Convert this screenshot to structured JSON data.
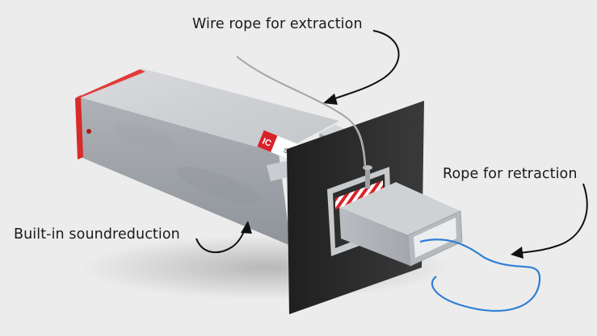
{
  "callouts": {
    "wire_rope": "Wire rope for extraction",
    "rope_retraction": "Rope for retraction",
    "sound_reduction": "Built-in soundreduction"
  },
  "product_label": {
    "logo": "IC",
    "text": "SS"
  },
  "colors": {
    "background": "#ececec",
    "housing": "#b9bcc0",
    "end_cap": "#d92a2a",
    "plate": "#2a2a2a",
    "blue_rope": "#2f7fd6",
    "hazard_stripes": "#d8232a"
  }
}
